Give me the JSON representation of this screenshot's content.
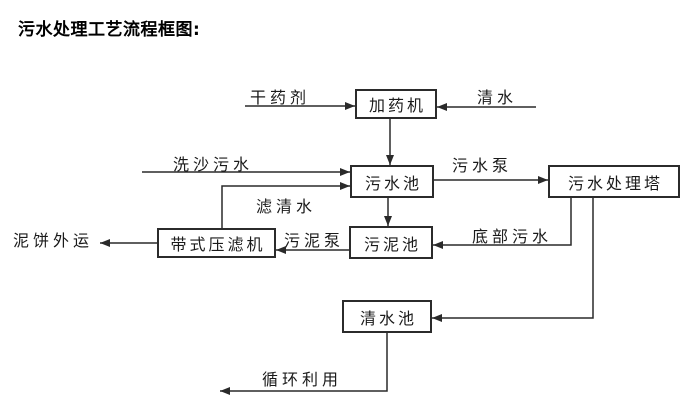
{
  "title": "污水处理工艺流程框图:",
  "diagram": {
    "nodes": {
      "dosing_machine": {
        "label": "加药机"
      },
      "sewage_pool": {
        "label": "污水池"
      },
      "treatment_tower": {
        "label": "污水处理塔"
      },
      "sludge_pool": {
        "label": "污泥池"
      },
      "belt_filter_press": {
        "label": "带式压滤机"
      },
      "clean_water_pool": {
        "label": "清水池"
      }
    },
    "edge_labels": {
      "dry_agent": "干药剂",
      "clean_water": "清水",
      "sand_washing_sewage": "洗沙污水",
      "filtered_water": "滤清水",
      "sewage_pump": "污水泵",
      "sludge_pump": "污泥泵",
      "mud_cake_out": "泥饼外运",
      "bottom_sewage": "底部污水",
      "recycle": "循环利用"
    },
    "colors": {
      "line": "#2a2a2a",
      "box_border": "#2b2b2b",
      "text": "#1a1a1a",
      "background": "#ffffff"
    }
  }
}
